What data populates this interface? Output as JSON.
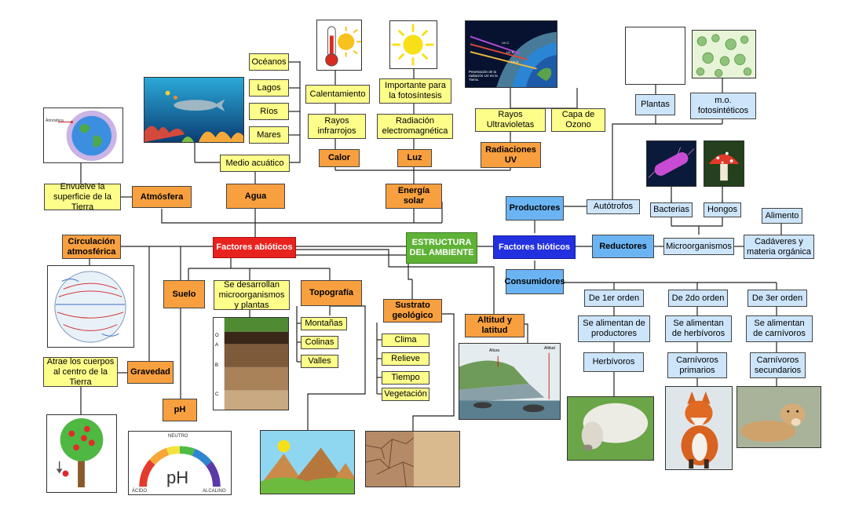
{
  "center": {
    "title": "ESTRUCTURA DEL AMBIENTE"
  },
  "abioticos": {
    "title": "Factores abióticos",
    "agua": {
      "label": "Agua",
      "medio": "Medio acuático",
      "items": [
        "Océanos",
        "Lagos",
        "Ríos",
        "Mares"
      ]
    },
    "atmosfera": {
      "label": "Atmósfera",
      "desc": "Envuelve la superficie de la Tierra",
      "image_label": "Atmósfera"
    },
    "energia": {
      "label": "Energía solar",
      "calor": "Calor",
      "rayos_ir": "Rayos infrarrojos",
      "calentamiento": "Calentamiento",
      "luz": "Luz",
      "radiacion": "Radiación electromagnética",
      "fotosintesis": "Importante para la fotosíntesis",
      "uv": "Radiaciones UV",
      "rayos_uv": "Rayos Ultravioletas",
      "ozono": "Capa de Ozono",
      "uv_image_caption": "Penetración de la radiación UV en la Tierra.",
      "uv_bands": [
        "UV-C",
        "UV-B",
        "UV-A"
      ]
    },
    "circulacion": "Circulación atmosférica",
    "gravedad": {
      "label": "Gravedad",
      "desc": "Atrae los cuerpos al centro de la Tierra"
    },
    "ph": {
      "label": "pH",
      "scale_top": "NEUTRO",
      "scale_left": "ÁCIDO",
      "scale_right": "ALCALINO",
      "scale_center": "pH"
    },
    "suelo": {
      "label": "Suelo",
      "desc": "Se desarrollan microorganismos y plantas",
      "horizons": [
        "O",
        "A",
        "B",
        "C"
      ]
    },
    "topografia": {
      "label": "Topografía",
      "items": [
        "Montañas",
        "Colinas",
        "Valles"
      ]
    },
    "sustrato": {
      "label": "Sustrato geológico",
      "items": [
        "Clima",
        "Relieve",
        "Tiempo",
        "Vegetación"
      ]
    },
    "altitud": {
      "label": "Altitud y latitud",
      "img_left": "Altura",
      "img_right": "Altitud"
    }
  },
  "bioticos": {
    "title": "Factores bióticos",
    "productores": {
      "label": "Productores",
      "autotrofos": "Autótrofos",
      "plantas": "Plantas",
      "mo": "m.o. fotosintéticos"
    },
    "reductores": {
      "label": "Reductores",
      "micro": "Microorganismos",
      "bacterias": "Bacterias",
      "hongos": "Hongos",
      "cadaveres": "Cadáveres y materia orgánica",
      "alimento": "Alimento"
    },
    "consumidores": {
      "label": "Consumidores",
      "orders": [
        {
          "order": "De 1er orden",
          "desc": "Se alimentan de productores",
          "type": "Herbívoros"
        },
        {
          "order": "De 2do orden",
          "desc": "Se alimentan de herbívoros",
          "type": "Carnívoros primarios"
        },
        {
          "order": "De 3er orden",
          "desc": "Se alimentan de carnívoros",
          "type": "Carnívoros secundarios"
        }
      ]
    }
  }
}
